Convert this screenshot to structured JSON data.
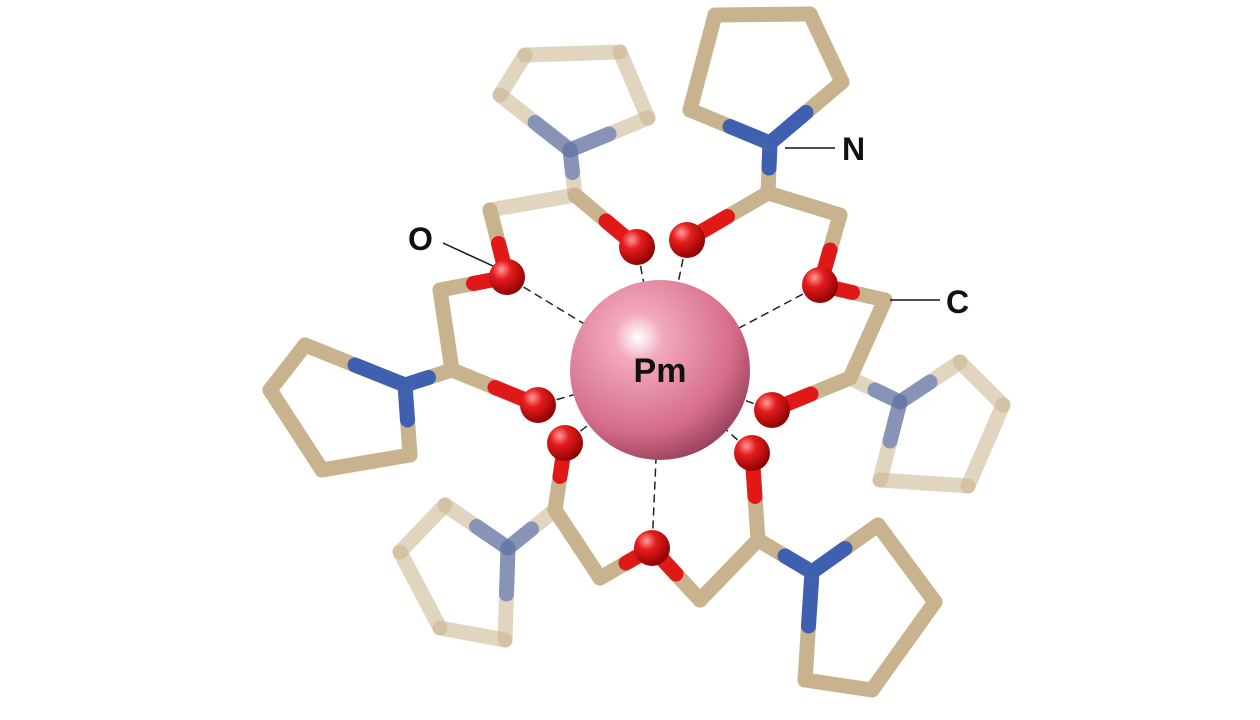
{
  "labels": {
    "center_atom": "Pm",
    "nitrogen": "N",
    "oxygen": "O",
    "carbon": "C"
  },
  "colors": {
    "carbon_bond": "#c9b38e",
    "nitrogen": "#3f5fb0",
    "oxygen": "#e01818",
    "promethium": "#d9738f",
    "background": "#ffffff"
  }
}
